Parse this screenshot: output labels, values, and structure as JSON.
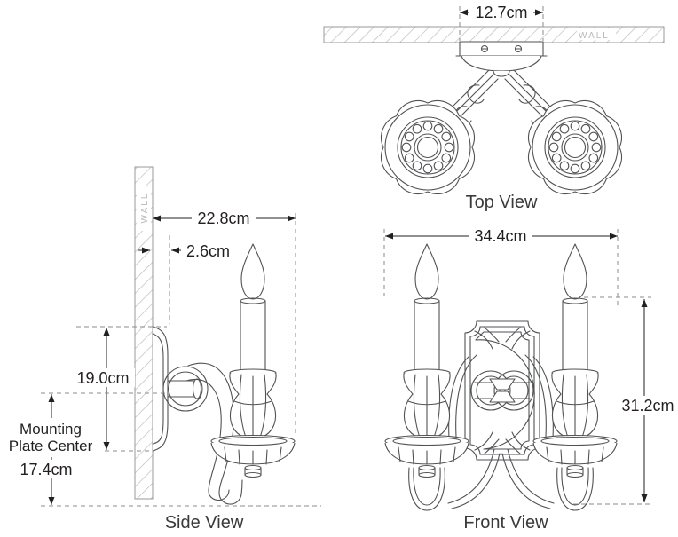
{
  "colors": {
    "line": "#515254",
    "dimension_text": "#231f20",
    "label_text": "#3a3a3c",
    "dashed_line": "#8a8b8d",
    "hatch": "#bcbdbf",
    "wall_text": "#b7b8ba",
    "background": "#ffffff"
  },
  "top_view": {
    "label": "Top View",
    "wall_label": "WALL",
    "canopy_width": "12.7cm"
  },
  "side_view": {
    "label": "Side View",
    "wall_label": "WALL",
    "extension_depth": "22.8cm",
    "backplate_offset": "2.6cm",
    "backplate_height": "19.0cm",
    "mounting_note_line1": "Mounting",
    "mounting_note_line2": "Plate Center",
    "plate_center_to_bottom": "17.4cm"
  },
  "front_view": {
    "label": "Front View",
    "width": "34.4cm",
    "height": "31.2cm"
  }
}
